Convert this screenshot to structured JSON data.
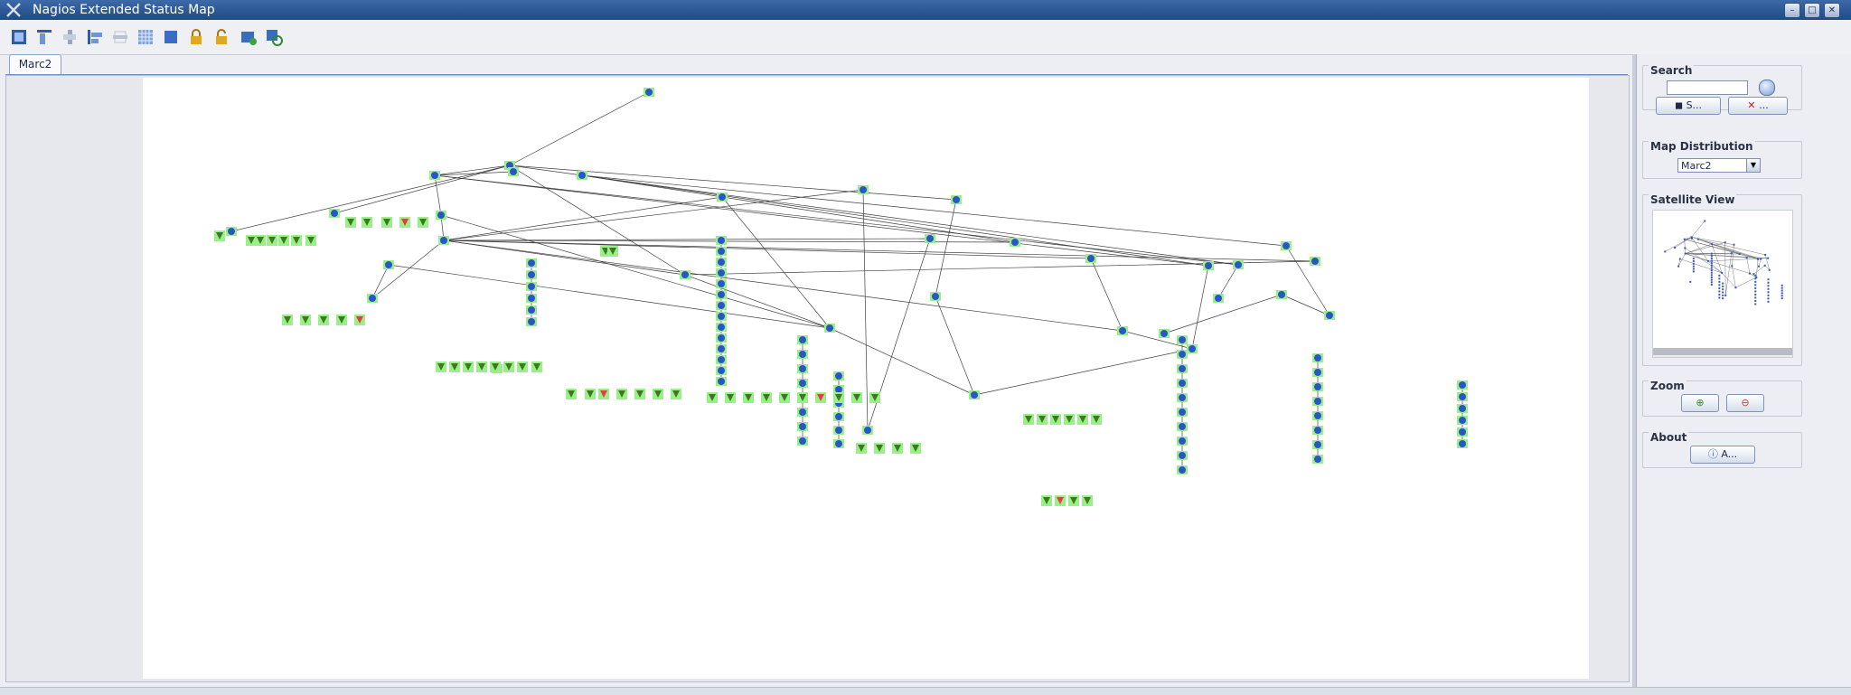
{
  "window": {
    "title": "Nagios Extended Status Map"
  },
  "toolbar": {
    "icons": [
      "fit-to-window-icon",
      "align-top-icon",
      "align-center-icon",
      "align-left-icon",
      "align-middle-icon",
      "grid-icon",
      "select-icon",
      "lock-icon",
      "unlock-icon",
      "add-node-icon",
      "refresh-icon"
    ]
  },
  "tabs": [
    {
      "label": "Marc2"
    }
  ],
  "sidepanel": {
    "search": {
      "title": "Search",
      "input_value": "",
      "search_button": "S...",
      "clear_button": "..."
    },
    "distribution": {
      "title": "Map Distribution",
      "selected": "Marc2"
    },
    "satellite": {
      "title": "Satellite View"
    },
    "zoom": {
      "title": "Zoom"
    },
    "about": {
      "title": "About",
      "button": "A..."
    }
  },
  "colors": {
    "host_ok": "#9bef8b",
    "router": "#2a55c7",
    "hostgroup": "#3d7a1e",
    "host_down": "#e04040",
    "edge": "#404040"
  }
}
